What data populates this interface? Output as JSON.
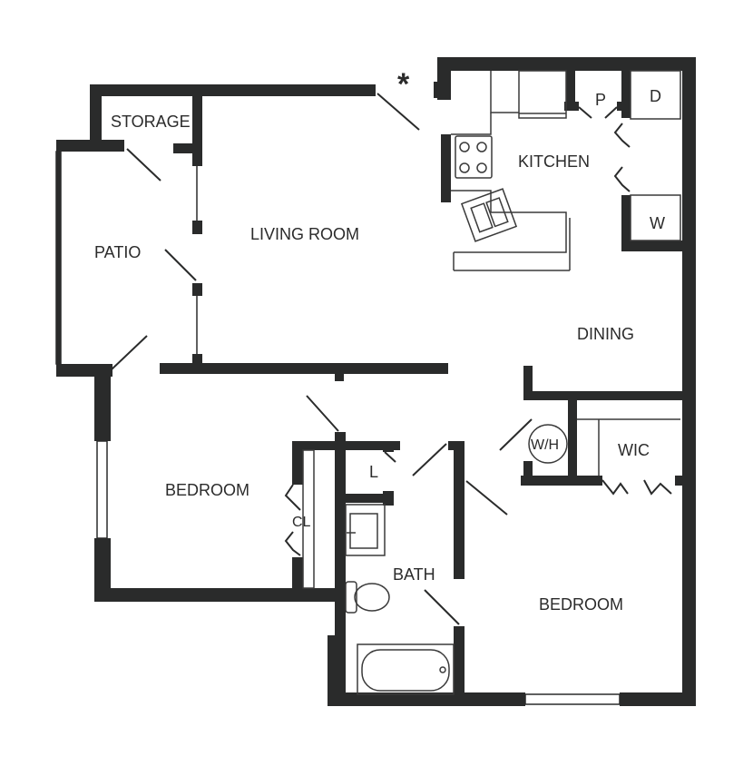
{
  "colors": {
    "wall": "#2a2b2b",
    "fixture": "#3a3a3a",
    "background": "#ffffff"
  },
  "labels": {
    "storage": "STORAGE",
    "patio": "PATIO",
    "living_room": "LIVING ROOM",
    "kitchen": "KITCHEN",
    "pantry": "P",
    "dryer": "D",
    "washer": "W",
    "dining": "DINING",
    "bedroom_1": "BEDROOM",
    "bedroom_2": "BEDROOM",
    "closet": "CL",
    "linen": "L",
    "bath": "BATH",
    "water_heater": "W/H",
    "walk_in_closet": "WIC",
    "marker": "*"
  }
}
